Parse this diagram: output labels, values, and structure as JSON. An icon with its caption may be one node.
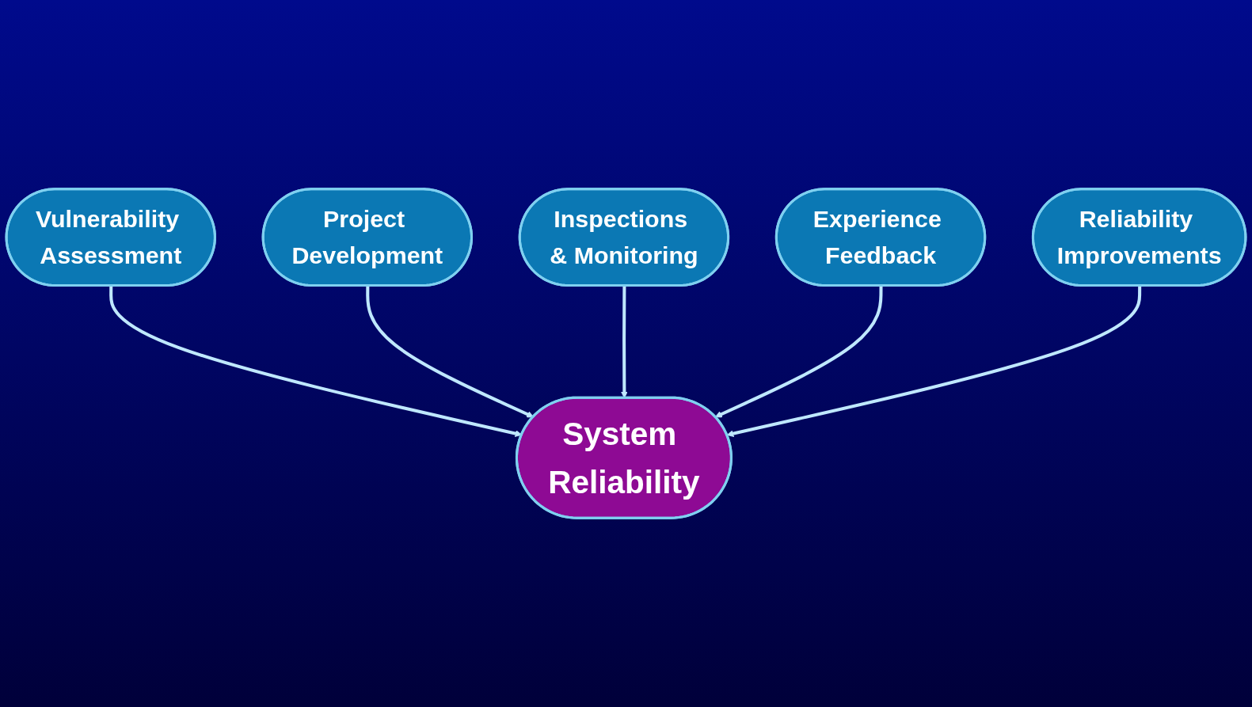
{
  "diagram": {
    "nodes": [
      {
        "text": [
          "Vulnerability Assessment"
        ]
      },
      {
        "text": [
          "Project Development"
        ]
      },
      {
        "text": [
          "Inspections & Monitoring"
        ]
      },
      {
        "text": [
          "System Reliability"
        ]
      },
      {
        "text": [
          "Experience Feedback"
        ]
      },
      {
        "text": [
          "Reliability Improvements"
        ]
      }
    ],
    "edges": [
      {
        "from": 0,
        "to": 3,
        "arrow": "to"
      },
      {
        "from": 1,
        "to": 3,
        "arrow": "to"
      },
      {
        "from": 2,
        "to": 3,
        "arrow": "to"
      },
      {
        "from": 4,
        "to": 3,
        "arrow": "to"
      },
      {
        "from": 5,
        "to": 3,
        "arrow": "to"
      }
    ]
  }
}
